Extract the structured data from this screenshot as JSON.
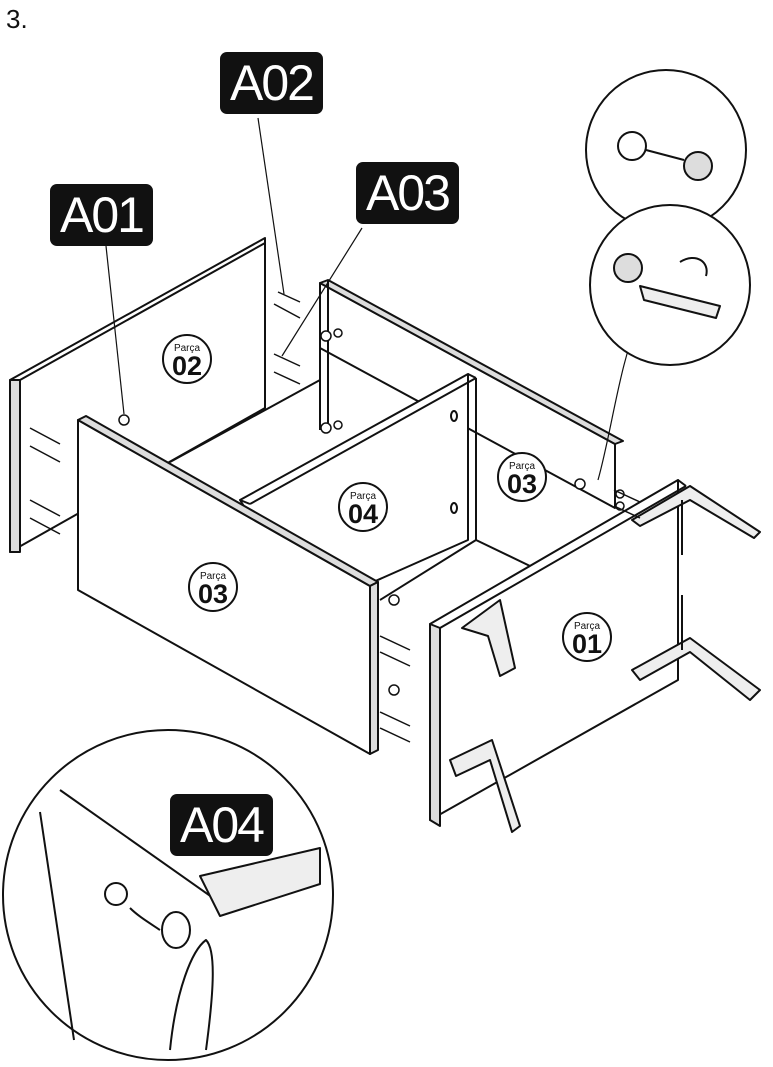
{
  "step": {
    "number": "3."
  },
  "hardware": [
    {
      "code": "A01"
    },
    {
      "code": "A02"
    },
    {
      "code": "A03"
    },
    {
      "code": "A04"
    }
  ],
  "parts": [
    {
      "word": "Parça",
      "number": "02"
    },
    {
      "word": "Parça",
      "number": "03"
    },
    {
      "word": "Parça",
      "number": "04"
    },
    {
      "word": "Parça",
      "number": "03"
    },
    {
      "word": "Parça",
      "number": "01"
    }
  ]
}
